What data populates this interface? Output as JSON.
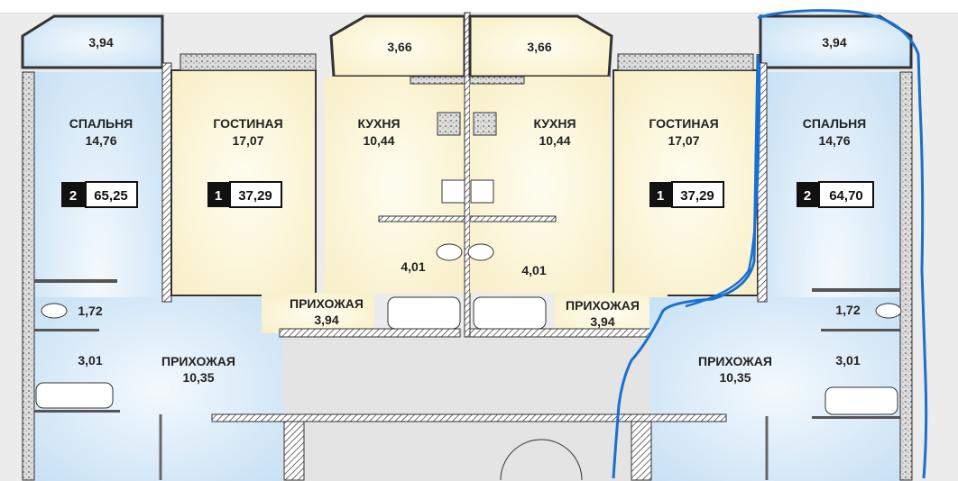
{
  "plan": {
    "left_2room": {
      "balcony_area": "3,94",
      "bedroom_label": "СПАЛЬНЯ",
      "bedroom_area": "14,76",
      "badge_rooms": "2",
      "badge_total": "65,25",
      "wc_area": "1,72",
      "bath_area": "3,01",
      "hall_label": "ПРИХОЖАЯ",
      "hall_area": "10,35"
    },
    "left_1room": {
      "living_label": "ГОСТИНАЯ",
      "living_area": "17,07",
      "badge_rooms": "1",
      "badge_total": "37,29",
      "loggia_area": "3,66",
      "kitchen_label": "КУХНЯ",
      "kitchen_area": "10,44",
      "bath_area": "4,01",
      "hall_label": "ПРИХОЖАЯ",
      "hall_area": "3,94"
    },
    "right_1room": {
      "loggia_area": "3,66",
      "kitchen_label": "КУХНЯ",
      "kitchen_area": "10,44",
      "living_label": "ГОСТИНАЯ",
      "living_area": "17,07",
      "badge_rooms": "1",
      "badge_total": "37,29",
      "bath_area": "4,01",
      "hall_label": "ПРИХОЖАЯ",
      "hall_area": "3,94"
    },
    "right_2room": {
      "balcony_area": "3,94",
      "bedroom_label": "СПАЛЬНЯ",
      "bedroom_area": "14,76",
      "badge_rooms": "2",
      "badge_total": "64,70",
      "wc_area": "1,72",
      "bath_area": "3,01",
      "hall_label": "ПРИХОЖАЯ",
      "hall_area": "10,35"
    }
  },
  "colors": {
    "blue_room": "#d4e8f7",
    "yellow_room": "#fbf5d6",
    "corridor": "#e6e6e6",
    "annotation": "#1a6fd0"
  }
}
